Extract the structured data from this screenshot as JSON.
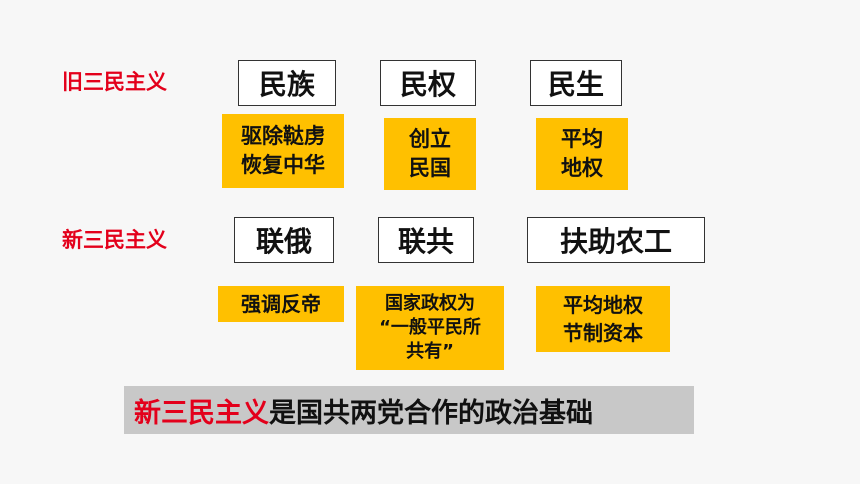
{
  "old": {
    "label": "旧三民主义",
    "principles": [
      "民族",
      "民权",
      "民生"
    ],
    "notes": [
      [
        "驱除鞑虏",
        "恢复中华"
      ],
      [
        "创立",
        "民国"
      ],
      [
        "平均",
        "地权"
      ]
    ]
  },
  "new": {
    "label": "新三民主义",
    "policies": [
      "联俄",
      "联共",
      "扶助农工"
    ],
    "notes": [
      [
        "强调反帝"
      ],
      [
        "国家政权为",
        "“一般平民所",
        "共有”"
      ],
      [
        "平均地权",
        "节制资本"
      ]
    ]
  },
  "conclusion": {
    "highlight": "新三民主义",
    "rest": "是国共两党合作的政治基础"
  },
  "colors": {
    "red": "#e3001b",
    "note_bg": "#ffc000",
    "conclusion_bg": "#c8c8c8"
  }
}
